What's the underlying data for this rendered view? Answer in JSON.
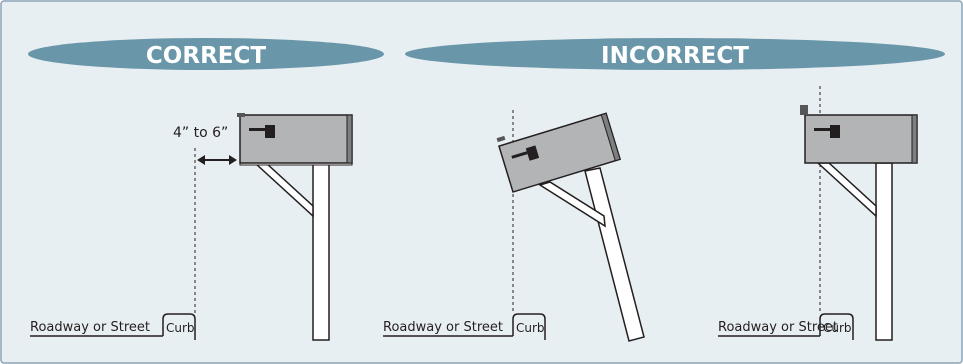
{
  "headers": {
    "correct": "CORRECT",
    "incorrect": "INCORRECT"
  },
  "labels": {
    "roadway": "Roadway or Street",
    "curb": "Curb",
    "distance": "4” to 6”"
  },
  "colors": {
    "panel_background": "#e8eff3",
    "panel_border": "#8aa3b6",
    "header_fill": "#6a96a9",
    "header_text": "#ffffff",
    "mailbox_fill": "#b3b4b6",
    "line": "#231f20"
  }
}
